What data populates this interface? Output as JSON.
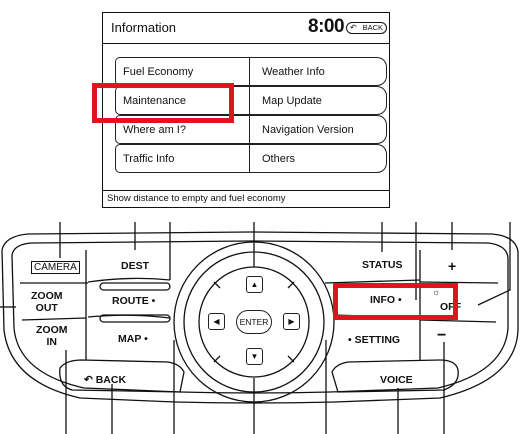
{
  "screen": {
    "title": "Information",
    "clock": "8:00",
    "back_label": "BACK",
    "menu_left": [
      "Fuel Economy",
      "Maintenance",
      "Where am I?",
      "Traffic Info"
    ],
    "menu_right": [
      "Weather Info",
      "Map Update",
      "Navigation Version",
      "Others"
    ],
    "footer": "Show distance to empty and fuel economy",
    "highlighted_item": "Maintenance"
  },
  "console": {
    "camera": "CAMERA",
    "dest": "DEST",
    "zoom_out": [
      "ZOOM",
      "OUT"
    ],
    "route": "ROUTE",
    "zoom_in": [
      "ZOOM",
      "IN"
    ],
    "map": "MAP",
    "back": "BACK",
    "enter": "ENTER",
    "status": "STATUS",
    "info": "INFO",
    "setting": "SETTING",
    "voice": "VOICE",
    "plus": "+",
    "minus": "−",
    "off": "OFF",
    "up_arrow": "▲",
    "down_arrow": "▼",
    "left_arrow": "◀",
    "right_arrow": "▶",
    "highlighted_button": "INFO"
  },
  "colors": {
    "highlight": "#e0141e",
    "line": "#111111"
  },
  "icons": [
    "back-arrow-icon",
    "brightness-icon",
    "arrow-up-icon",
    "arrow-down-icon",
    "arrow-left-icon",
    "arrow-right-icon"
  ]
}
